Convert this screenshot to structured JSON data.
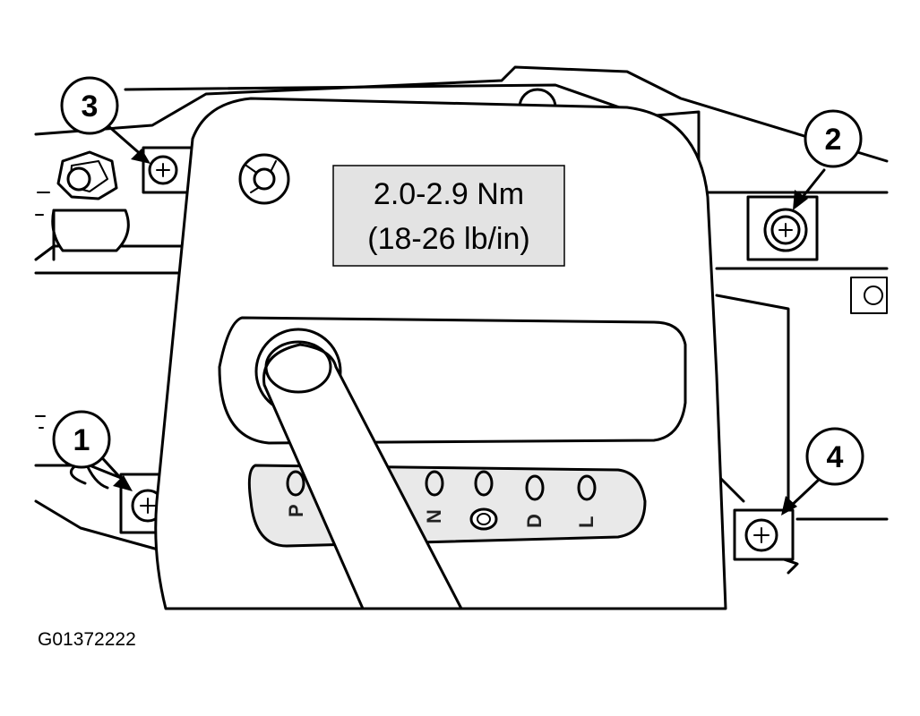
{
  "torque_spec": {
    "metric": "2.0-2.9 Nm",
    "imperial": "(18-26 lb/in)"
  },
  "callouts": [
    {
      "id": "callout-1",
      "label": "1"
    },
    {
      "id": "callout-2",
      "label": "2"
    },
    {
      "id": "callout-3",
      "label": "3"
    },
    {
      "id": "callout-4",
      "label": "4"
    }
  ],
  "gear_positions": [
    "P",
    "N",
    "D",
    "L"
  ],
  "figure_id": "G01372222"
}
